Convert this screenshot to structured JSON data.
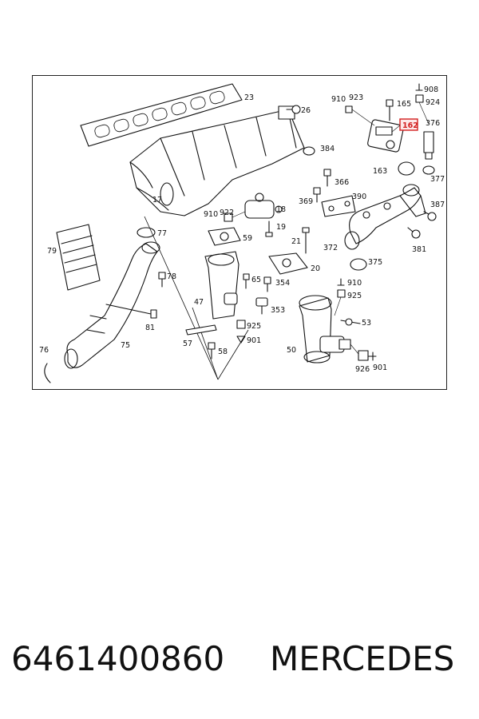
{
  "diagram": {
    "labels": {
      "l23": "23",
      "l26": "26",
      "l910a": "910",
      "l923": "923",
      "l165": "165",
      "l908": "908",
      "l924": "924",
      "l376": "376",
      "l384": "384",
      "l366": "366",
      "l163": "163",
      "l377": "377",
      "l17": "17",
      "l910b": "910",
      "l922": "922",
      "l18": "18",
      "l369": "369",
      "l390": "390",
      "l387": "387",
      "l77": "77",
      "l59": "59",
      "l19": "19",
      "l21": "21",
      "l372": "372",
      "l381": "381",
      "l79": "79",
      "l375": "375",
      "l20": "20",
      "l78": "78",
      "l65": "65",
      "l354": "354",
      "l910c": "910",
      "l47": "47",
      "l925a": "925",
      "l353": "353",
      "l81": "81",
      "l925b": "925",
      "l53": "53",
      "l901a": "901",
      "l57": "57",
      "l75": "75",
      "l76": "76",
      "l58": "58",
      "l50": "50",
      "l926": "926",
      "l901b": "901"
    },
    "highlighted_part": "162",
    "highlight_color": "#d21f1f"
  },
  "caption": {
    "part_number": "6461400860",
    "brand": "MERCEDES"
  }
}
